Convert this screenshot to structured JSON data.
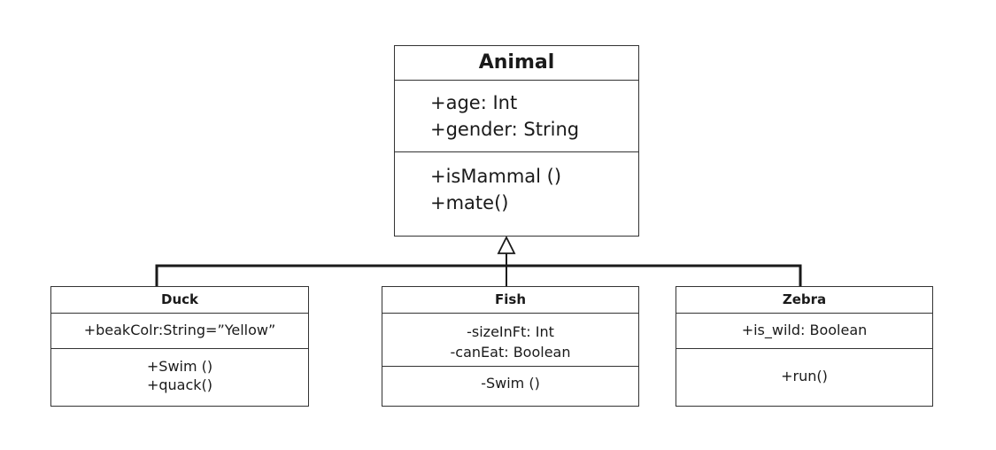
{
  "diagram": {
    "classes": {
      "animal": {
        "name": "Animal",
        "attributes": [
          "+age: Int",
          "+gender: String"
        ],
        "operations": [
          "+isMammal ()",
          "+mate()"
        ]
      },
      "duck": {
        "name": "Duck",
        "attributes": [
          "+beakColr:String=”Yellow”"
        ],
        "operations": [
          "+Swim ()",
          "+quack()"
        ]
      },
      "fish": {
        "name": "Fish",
        "attributes": [
          "-sizeInFt: Int",
          "-canEat: Boolean"
        ],
        "operations": [
          "-Swim ()"
        ]
      },
      "zebra": {
        "name": "Zebra",
        "attributes": [
          "+is_wild: Boolean"
        ],
        "operations": [
          "+run()"
        ]
      }
    },
    "relationships": [
      {
        "type": "generalization",
        "parent": "animal",
        "children": [
          "duck",
          "fish",
          "zebra"
        ]
      }
    ],
    "colors": {
      "line": "#1a1a1a",
      "border": "#333333",
      "text": "#1a1a1a",
      "background": "#ffffff"
    }
  }
}
